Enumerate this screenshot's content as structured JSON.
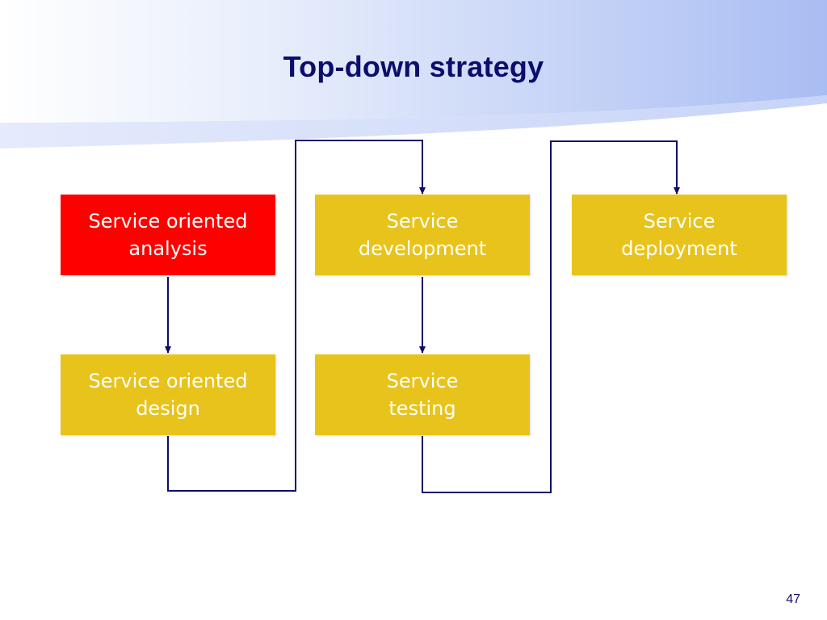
{
  "slide": {
    "title": "Top-down strategy",
    "page_number": "47"
  },
  "boxes": [
    {
      "id": "service-oriented-analysis",
      "label": "Service oriented\nanalysis",
      "color": "#ff0000"
    },
    {
      "id": "service-development",
      "label": "Service\ndevelopment",
      "color": "#e8c31b"
    },
    {
      "id": "service-deployment",
      "label": "Service\ndeployment",
      "color": "#e8c31b"
    },
    {
      "id": "service-oriented-design",
      "label": "Service oriented\ndesign",
      "color": "#e8c31b"
    },
    {
      "id": "service-testing",
      "label": "Service\ntesting",
      "color": "#e8c31b"
    }
  ],
  "connections": [
    {
      "from": "service-oriented-analysis",
      "to": "service-oriented-design"
    },
    {
      "from": "service-oriented-design",
      "to": "service-development"
    },
    {
      "from": "service-development",
      "to": "service-testing"
    },
    {
      "from": "service-testing",
      "to": "service-deployment"
    }
  ],
  "colors": {
    "title": "#0d0d6b",
    "connector": "#0d0d6b",
    "highlight": "#ff0000",
    "box": "#e8c31b"
  }
}
